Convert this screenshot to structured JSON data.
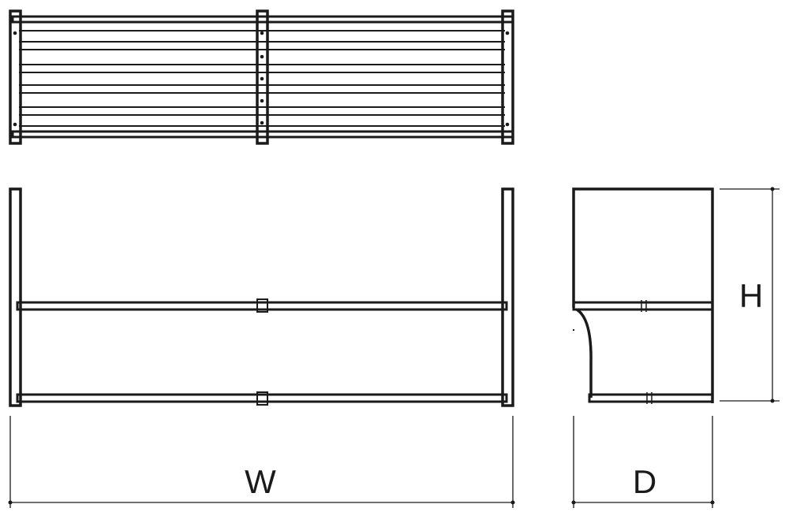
{
  "dimensions": {
    "width_label": "W",
    "depth_label": "D",
    "height_label": "H"
  }
}
